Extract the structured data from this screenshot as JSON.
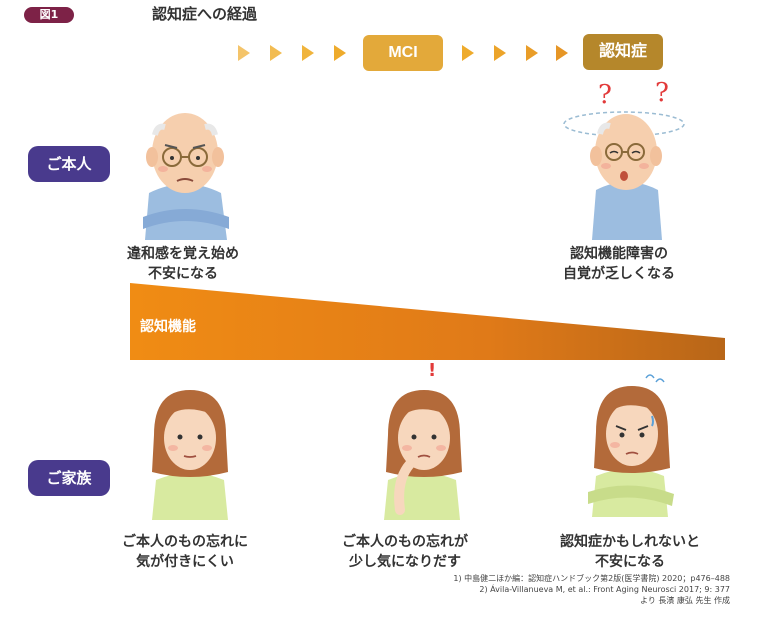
{
  "figure_tag": "図1",
  "title": "認知症への経過",
  "stages": {
    "mci": "MCI",
    "dementia": "認知症"
  },
  "question_marks": [
    "?",
    "?"
  ],
  "exclamation": "!",
  "rows": {
    "patient": "ご本人",
    "family": "ご家族"
  },
  "patient_captions": [
    {
      "line1": "違和感を覚え始め",
      "line2": "不安になる"
    },
    {
      "line1": "認知機能障害の",
      "line2": "自覚が乏しくなる"
    }
  ],
  "cognitive_function_label": "認知機能",
  "family_captions": [
    {
      "line1": "ご本人のもの忘れに",
      "line2": "気が付きにくい"
    },
    {
      "line1": "ご本人のもの忘れが",
      "line2": "少し気になりだす"
    },
    {
      "line1": "認知症かもしれないと",
      "line2": "不安になる"
    }
  ],
  "references": [
    "1) 中島健二ほか編：認知症ハンドブック第2版(医学書院) 2020；p476–488",
    "2) Ávila-Villanueva M, et al.: Front Aging Neurosci 2017; 9: 377",
    "より 長濱 康弘 先生 作成"
  ],
  "colors": {
    "tag": "#7d2247",
    "row_label": "#493a8d",
    "arrow": "#f0b43c",
    "mci": "#e3a93a",
    "dementia": "#b5872b",
    "gradient_start": "#f08c14",
    "gradient_end": "#b86618",
    "question": "#e23a3a"
  }
}
